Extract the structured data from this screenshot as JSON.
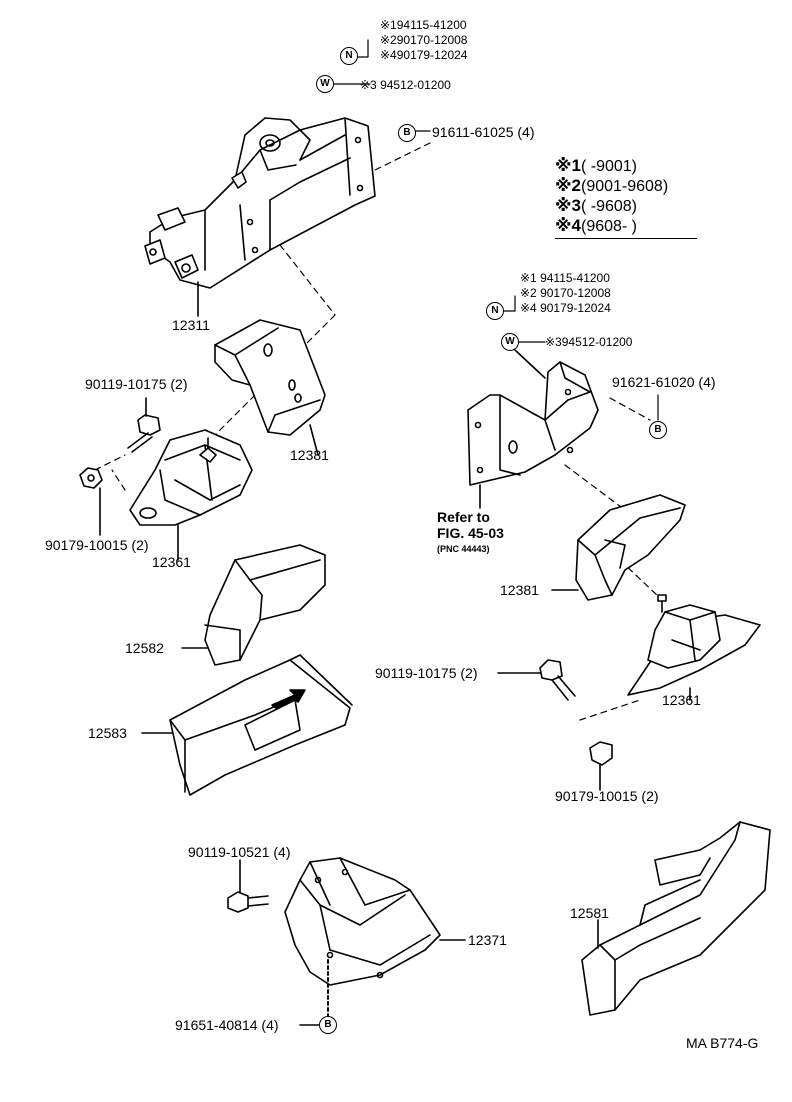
{
  "top_group": {
    "star_parts": [
      "※194115-41200",
      "※290170-12008",
      "※490179-12024"
    ],
    "washer_part": "※3 94512-01200",
    "bolt_part": "91611-61025 (4)",
    "bracket": "12311",
    "insulator": "12381",
    "mount": "12361",
    "bolt_left": "90119-10175 (2)",
    "nut_left": "90179-10015 (2)"
  },
  "legend": {
    "rows": [
      {
        "mark": "※1",
        "range": "(      -9001)"
      },
      {
        "mark": "※2",
        "range": "(9001-9608)"
      },
      {
        "mark": "※3",
        "range": "(      -9608)"
      },
      {
        "mark": "※4",
        "range": "(9608-      )"
      }
    ]
  },
  "right_group": {
    "star_parts": [
      "※1 94115-41200",
      "※2 90170-12008",
      "※4 90179-12024"
    ],
    "washer_part": "※394512-01200",
    "bolt_part": "91621-61020 (4)",
    "refer_line1": "Refer to",
    "refer_line2": "FIG. 45-03",
    "refer_pnc": "(PNC 44443)",
    "insulator": "12381",
    "bolt": "90119-10175 (2)",
    "mount": "12361",
    "nut": "90179-10015 (2)"
  },
  "covers": {
    "cover_top": "12582",
    "cover_bottom": "12583",
    "cover_right": "12581"
  },
  "rear_group": {
    "bolt": "90119-10521 (4)",
    "mount": "12371",
    "bolt_bottom": "91651-40814 (4)"
  },
  "markers": {
    "n": "N",
    "w": "W",
    "b": "B"
  },
  "figure_code": "MA B774-G"
}
